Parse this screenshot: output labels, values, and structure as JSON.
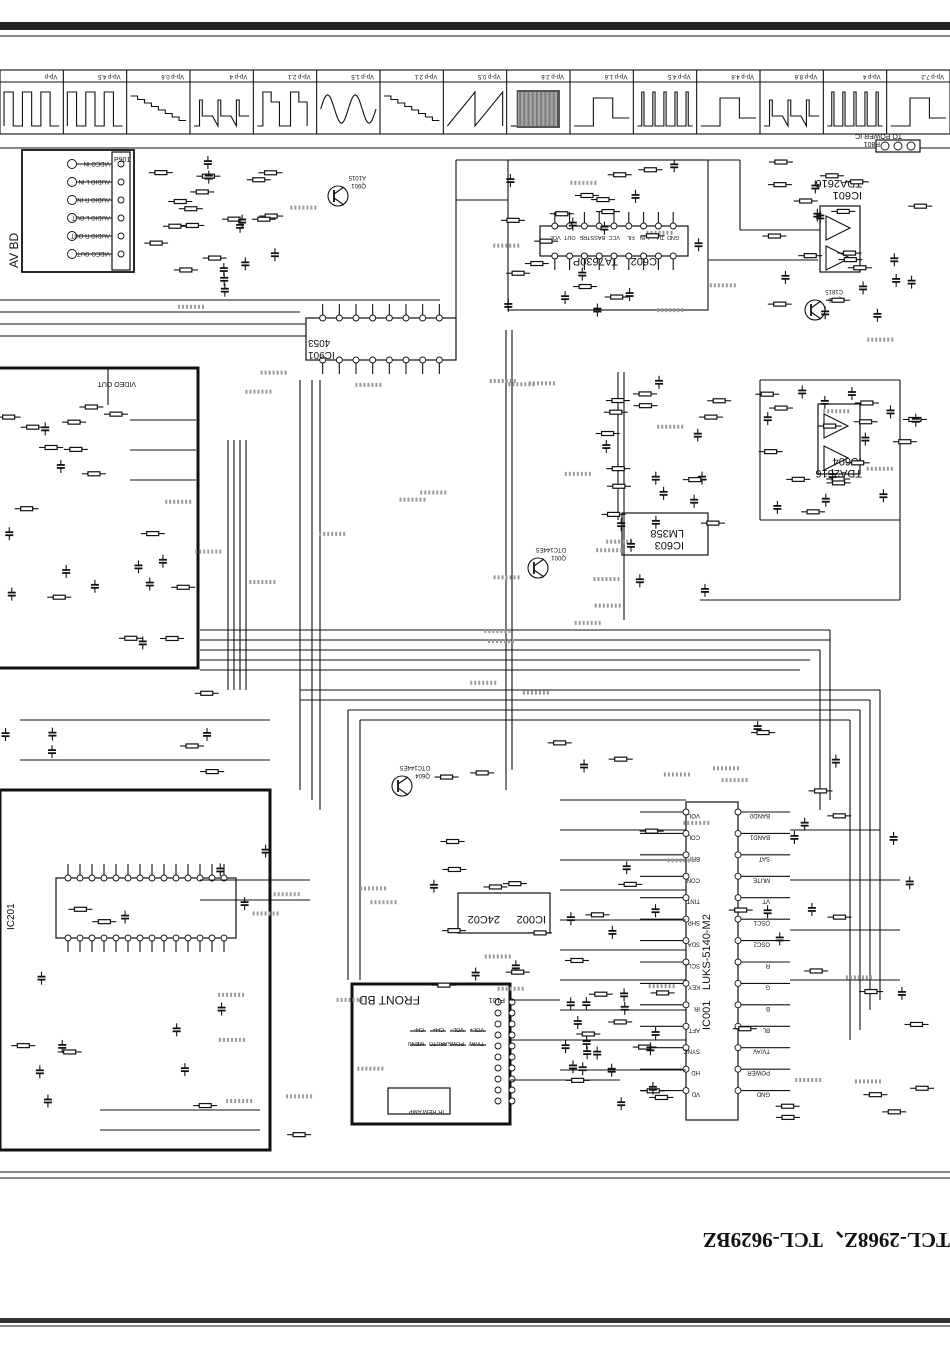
{
  "waveform_strip": {
    "cells": [
      {
        "label": "Vp-p",
        "shape": "square"
      },
      {
        "label": "Vp-p 4.5",
        "shape": "square"
      },
      {
        "label": "Vp-p 0.6",
        "shape": "stair"
      },
      {
        "label": "Vp-p 4",
        "shape": "pulse"
      },
      {
        "label": "Vp-p 2.1",
        "shape": "burst"
      },
      {
        "label": "Vp-p 1.5",
        "shape": "sine"
      },
      {
        "label": "Vp-p 2.1",
        "shape": "stair"
      },
      {
        "label": "Vp-p 0.5",
        "shape": "saw"
      },
      {
        "label": "Vp-p 2.6",
        "shape": "noise"
      },
      {
        "label": "Vp-p 1.6",
        "shape": "step"
      },
      {
        "label": "Vp-p 4.5",
        "shape": "comb"
      },
      {
        "label": "Vp-p 4.6",
        "shape": "step"
      },
      {
        "label": "Vp-p 8.6",
        "shape": "pulse"
      },
      {
        "label": "Vp-p 4",
        "shape": "comb"
      },
      {
        "label": "Vp-p 7.2",
        "shape": "step"
      }
    ]
  },
  "blocks": {
    "av_bd": {
      "title": "AV BD",
      "jacks": [
        "VIDEO IN",
        "AUDIO L IN",
        "AUDIO R IN",
        "AUDIO L OUT",
        "AUDIO R OUT",
        "VIDEO OUT"
      ],
      "connector": "P901"
    },
    "ic601": {
      "ref": "IC601",
      "part": "TDA2616"
    },
    "ic602": {
      "ref": "IC602",
      "part": "TA7630P",
      "pins": [
        "VOL",
        "OUT",
        "TRE",
        "BASS",
        "VCC",
        "FIL",
        "L IN",
        "TU",
        "GND"
      ]
    },
    "ic603": {
      "ref": "IC603",
      "part": "LM358"
    },
    "ic604": {
      "ref": "IC604",
      "part": "TDA2616"
    },
    "ic901": {
      "ref": "IC901",
      "part": "4053"
    },
    "ic001": {
      "ref": "IC001",
      "part": "LUKS-5140-M2",
      "pins_left": [
        "VOL",
        "COL",
        "BRI",
        "CON",
        "TINT",
        "SHP",
        "SDA",
        "SCL",
        "KEY",
        "IR",
        "AFT",
        "SYNC",
        "HD",
        "VD"
      ],
      "pins_right": [
        "BAND0",
        "BAND1",
        "SAT",
        "MUTE",
        "VT",
        "OSC1",
        "OSC2",
        "R",
        "G",
        "B",
        "BL",
        "TV/AV",
        "POWER",
        "GND"
      ]
    },
    "ic002": {
      "ref": "IC002",
      "part": "24C02"
    },
    "ic201": {
      "ref": "IC201"
    },
    "front_bd": {
      "title": "FRONT BD",
      "connector": "P101",
      "keys": [
        "CH-",
        "CH+",
        "VOL-",
        "VOL+",
        "MENU",
        "AUTO",
        "POWER",
        "TV/AV"
      ],
      "receiver": "IR REM AMP"
    },
    "to_power": {
      "label": "TO POWER IC",
      "connector": "P801"
    },
    "video_out": {
      "label": "VIDEO OUT"
    },
    "transistors": [
      {
        "ref": "Q901",
        "part": "A1015"
      },
      {
        "ref": "Q604",
        "part": "DTC144ES"
      },
      {
        "ref": "Q001",
        "part": "DTC144ES"
      },
      {
        "ref": "Q006",
        "part": "C1815"
      }
    ]
  },
  "footer": {
    "title": "TCL-2968Z、TCL-9629BZ"
  },
  "colors": {
    "ink": "#111111",
    "paper": "#ffffff",
    "shade": "#999999"
  }
}
